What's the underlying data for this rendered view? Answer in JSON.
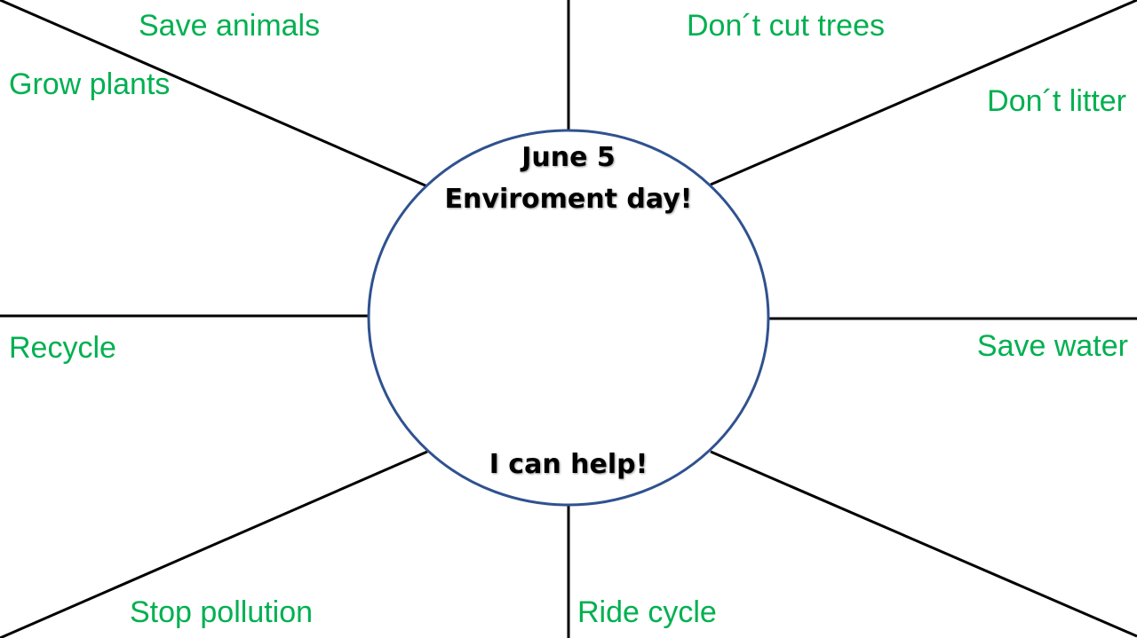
{
  "colors": {
    "label": "#00b050",
    "line": "#000000",
    "circle_stroke": "#2f528f",
    "center_text": "#000000"
  },
  "center": {
    "date": "June 5",
    "title": "Enviroment day!",
    "help": "I can help!"
  },
  "labels": {
    "save_animals": "Save animals",
    "grow_plants": "Grow plants",
    "dont_cut_trees": "Don´t cut trees",
    "dont_litter": "Don´t litter",
    "recycle": "Recycle",
    "save_water": "Save water",
    "stop_pollution": "Stop pollution",
    "ride_cycle": "Ride cycle"
  }
}
